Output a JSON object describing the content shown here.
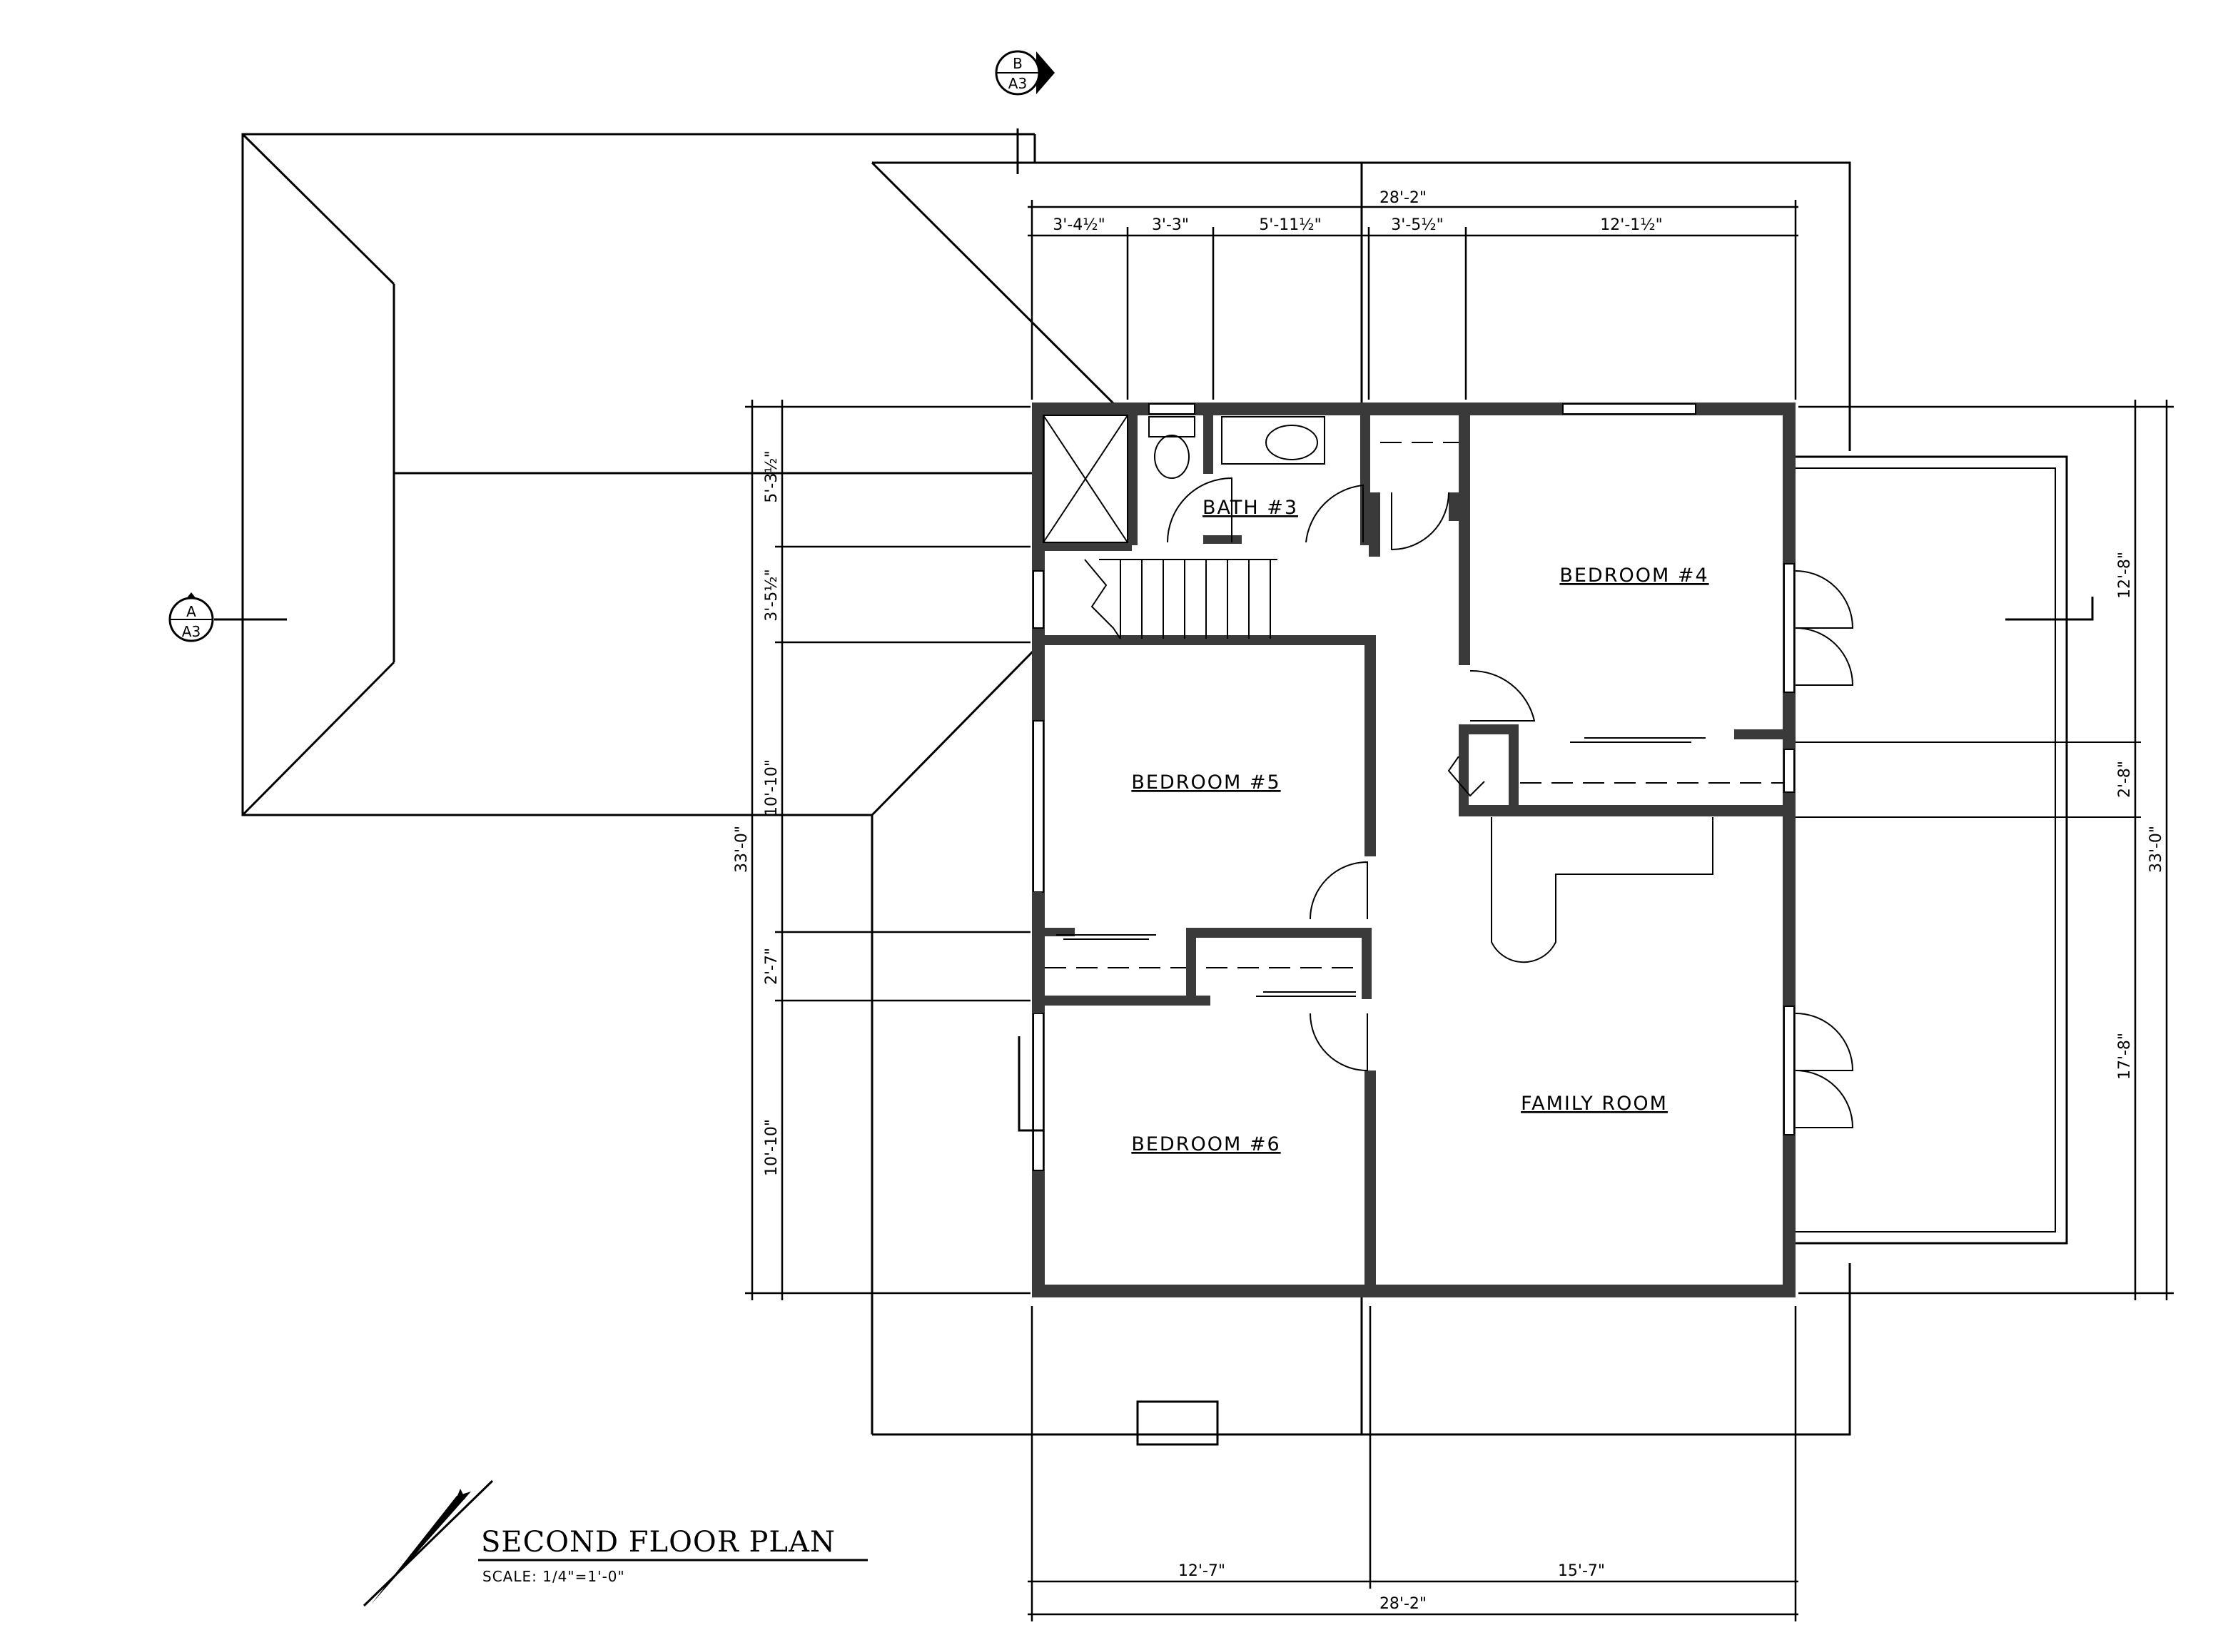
{
  "title": "SECOND FLOOR PLAN",
  "scale": "SCALE: 1/4\"=1'-0\"",
  "section_markers": {
    "top": {
      "letter": "B",
      "sheet": "A3"
    },
    "left": {
      "letter": "A",
      "sheet": "A3"
    }
  },
  "rooms": {
    "bath3": "BATH #3",
    "bedroom4": "BEDROOM #4",
    "bedroom5": "BEDROOM #5",
    "bedroom6": "BEDROOM #6",
    "family_room": "FAMILY ROOM"
  },
  "dimensions": {
    "top_overall": "28'-2\"",
    "top_1": "3'-4½\"",
    "top_2": "3'-3\"",
    "top_3": "5'-11½\"",
    "top_4": "3'-5½\"",
    "top_5": "12'-1½\"",
    "left_1": "5'-3½\"",
    "left_2": "3'-5½\"",
    "left_3": "10'-10\"",
    "left_4": "2'-7\"",
    "left_5": "10'-10\"",
    "left_overall": "33'-0\"",
    "right_1": "12'-8\"",
    "right_2": "2'-8\"",
    "right_3": "17'-8\"",
    "right_overall": "33'-0\"",
    "bottom_1": "12'-7\"",
    "bottom_2": "15'-7\"",
    "bottom_overall": "28'-2\""
  }
}
